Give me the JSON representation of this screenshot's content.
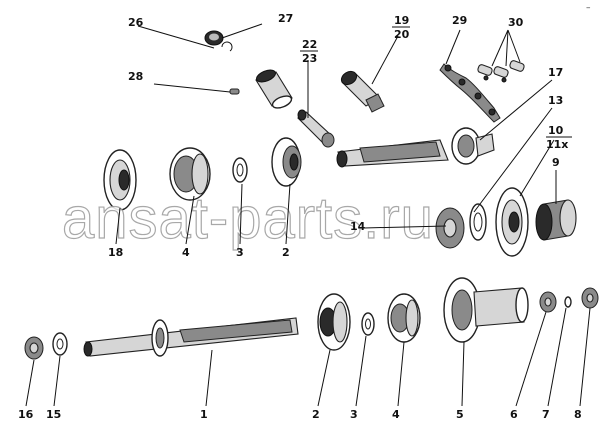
{
  "watermark": "ansat-parts.ru",
  "corner_mark": "–",
  "labels": {
    "p1": "1",
    "p2a": "2",
    "p2b": "2",
    "p3a": "3",
    "p3b": "3",
    "p4a": "4",
    "p4b": "4",
    "p5": "5",
    "p6": "6",
    "p7": "7",
    "p8": "8",
    "p9": "9",
    "p10": "10",
    "p11": "11x",
    "p13": "13",
    "p14": "14",
    "p15": "15",
    "p16": "16",
    "p17": "17",
    "p18": "18",
    "p19": "19",
    "p20": "20",
    "p22": "22",
    "p23": "23",
    "p26": "26",
    "p27": "27",
    "p28": "28",
    "p29": "29",
    "p30": "30"
  }
}
